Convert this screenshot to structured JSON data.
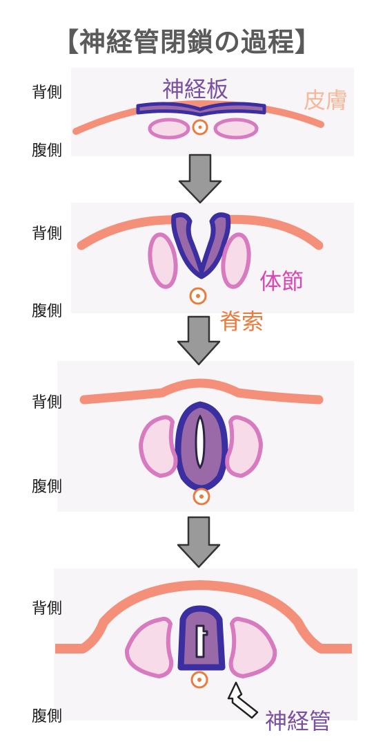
{
  "title": "【神経管閉鎖の過程】",
  "labels": {
    "dorsal": "背側",
    "ventral": "腹側",
    "neural_plate": "神経板",
    "skin": "皮膚",
    "somite": "体節",
    "notochord": "脊索",
    "neural_tube": "神経管"
  },
  "colors": {
    "skin": "#f4907a",
    "neural_border": "#3a2ea0",
    "neural_fill": "#9a6aa8",
    "somite": "#d77ac0",
    "somite_fill": "#f7dbe8",
    "notochord": "#ea7b3c",
    "arrow": "#9a9a9a"
  }
}
